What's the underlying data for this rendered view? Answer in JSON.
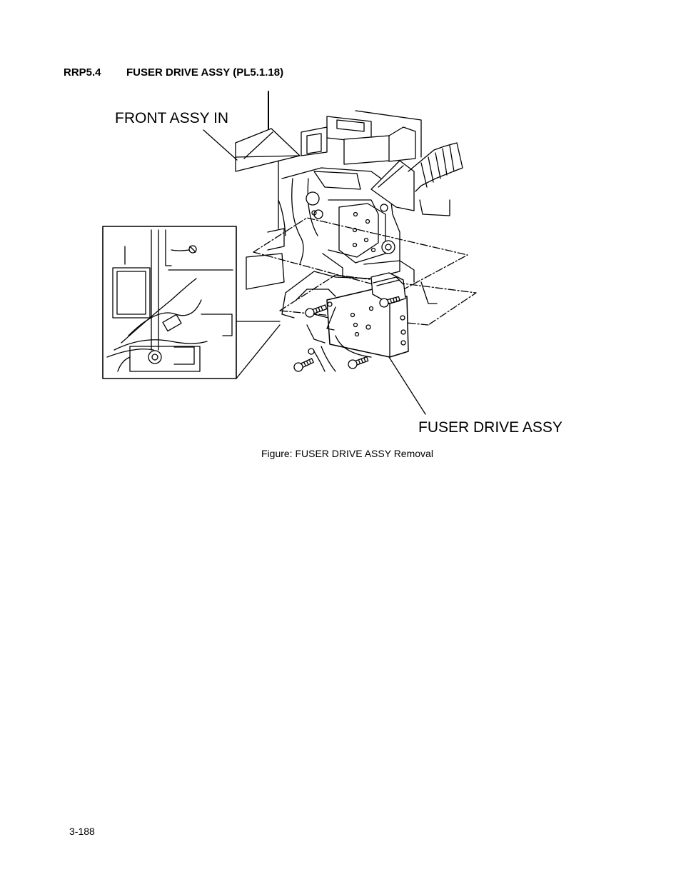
{
  "section": {
    "number": "RRP5.4",
    "title": "FUSER DRIVE ASSY (PL5.1.18)"
  },
  "figure": {
    "callouts": {
      "front_assy": "FRONT ASSY IN",
      "fuser_drive": "FUSER DRIVE ASSY"
    },
    "caption": "Figure: FUSER DRIVE ASSY Removal"
  },
  "footer": {
    "page_number": "3-188"
  }
}
